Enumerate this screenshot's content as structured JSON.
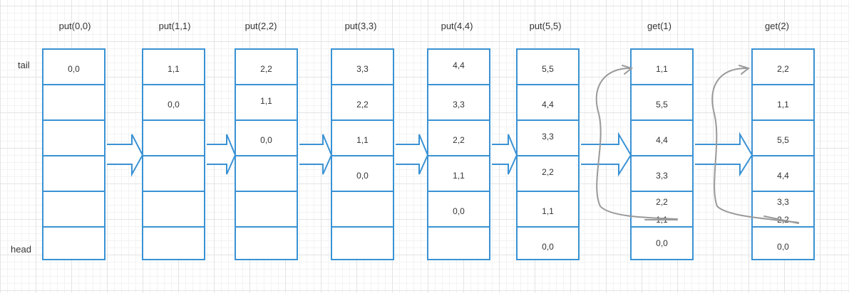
{
  "side_labels": {
    "tail": "tail",
    "head": "head"
  },
  "colors": {
    "stroke": "#3a92d4",
    "move_arrow": "#999999",
    "text": "#333333"
  },
  "steps": [
    {
      "title": "put(0,0)",
      "entries": [
        "0,0"
      ]
    },
    {
      "title": "put(1,1)",
      "entries": [
        "1,1",
        "0,0"
      ]
    },
    {
      "title": "put(2,2)",
      "entries": [
        "2,2",
        "1,1",
        "0,0"
      ]
    },
    {
      "title": "put(3,3)",
      "entries": [
        "3,3",
        "2,2",
        "1,1",
        "0,0"
      ]
    },
    {
      "title": "put(4,4)",
      "entries": [
        "4,4",
        "3,3",
        "2,2",
        "1,1",
        "0,0"
      ]
    },
    {
      "title": "put(5,5)",
      "entries": [
        "5,5",
        "4,4",
        "3,3",
        "2,2",
        "1,1",
        "0,0"
      ]
    },
    {
      "title": "get(1)",
      "entries": [
        "1,1",
        "5,5",
        "4,4",
        "3,3",
        "2,2",
        "1,1",
        "0,0"
      ],
      "moved": "1,1"
    },
    {
      "title": "get(2)",
      "entries": [
        "2,2",
        "1,1",
        "5,5",
        "4,4",
        "3,3",
        "2,2",
        "0,0"
      ],
      "moved": "2,2"
    }
  ]
}
